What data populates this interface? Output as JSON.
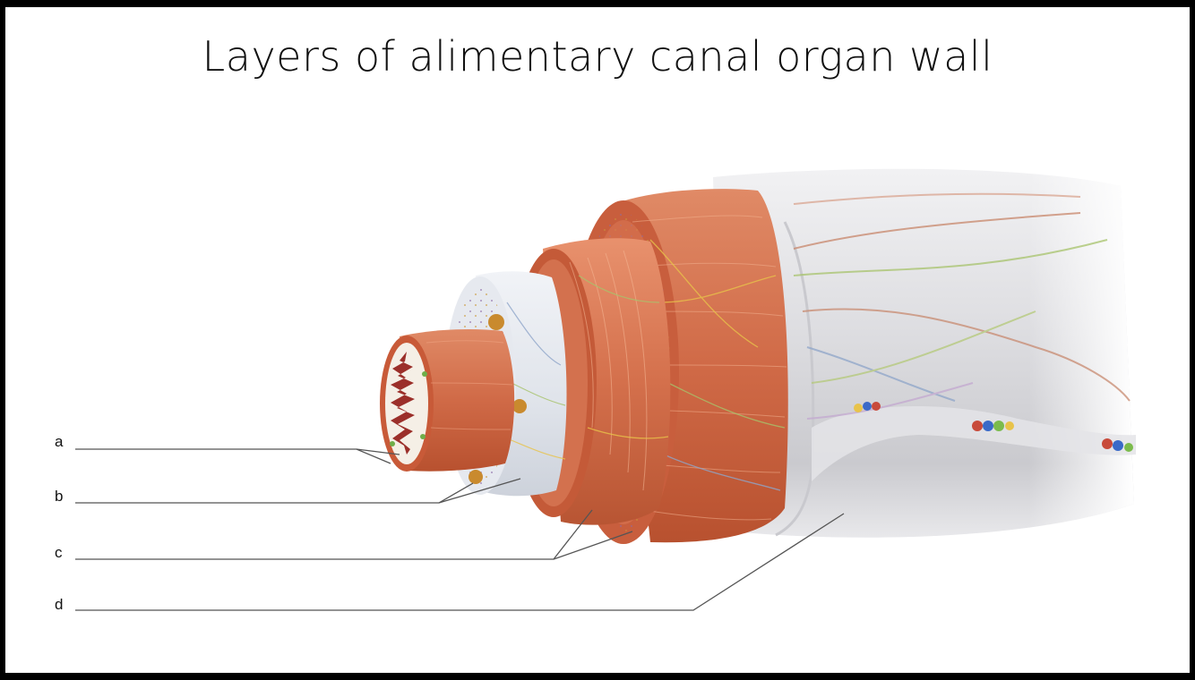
{
  "slide": {
    "title": "Layers of alimentary canal organ wall"
  },
  "labels": {
    "a": "a",
    "b": "b",
    "c": "c",
    "d": "d"
  },
  "colors": {
    "muscle": "#d9724e",
    "muscle_dark": "#b8512f",
    "submucosa": "#e8ecf2",
    "serosa": "#d6d6da",
    "lumen": "#f5f0ea"
  }
}
